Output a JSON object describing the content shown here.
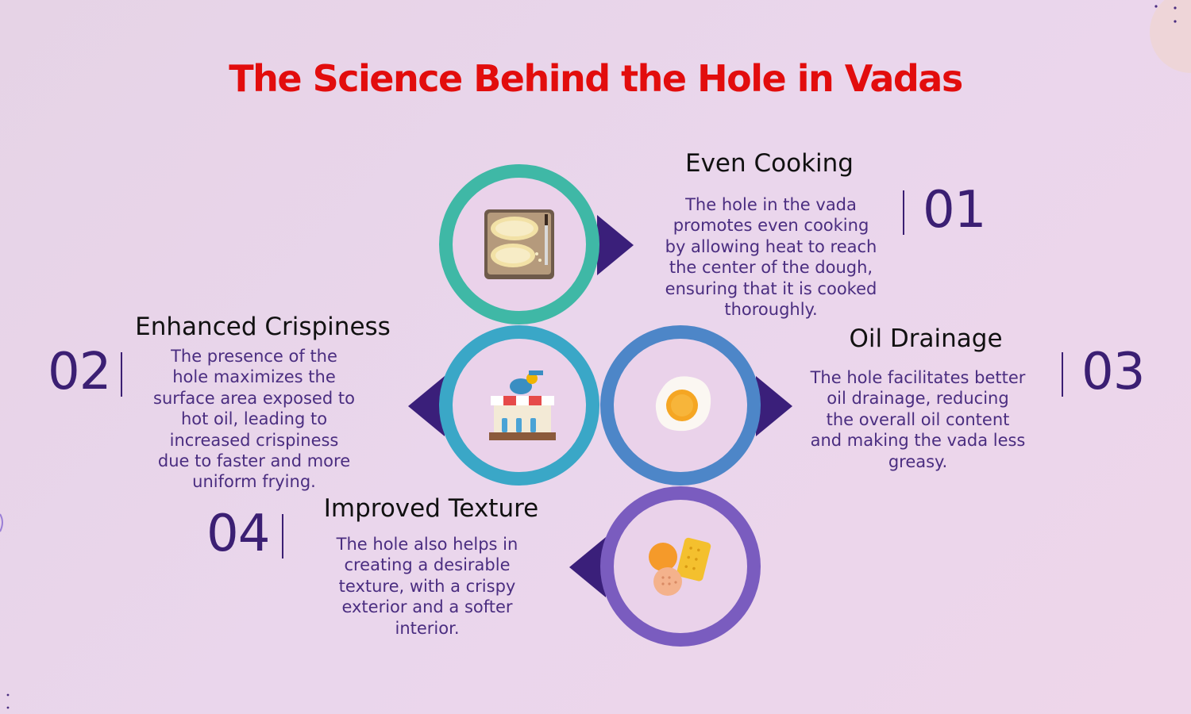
{
  "title": "The Science Behind the Hole in Vadas",
  "colors": {
    "title": "#e20d0d",
    "ring_teal": "#3fb8a6",
    "ring_blue_teal": "#3aa7c7",
    "ring_blue": "#4d86c8",
    "ring_purple": "#7a5cbf",
    "arrow": "#3a1f7a",
    "number": "#3b1f73",
    "body_text": "#4a2d80"
  },
  "items": [
    {
      "number": "01",
      "heading": "Even Cooking",
      "lines": [
        "The hole in the vada",
        "promotes even cooking",
        "by allowing heat to reach",
        "the center of the dough,",
        "ensuring that it is cooked",
        "thoroughly."
      ],
      "icon": "cutting-board-bread-icon"
    },
    {
      "number": "02",
      "heading": "Enhanced Crispiness",
      "lines": [
        "The presence of the",
        "hole maximizes the",
        "surface area exposed to",
        "hot oil, leading to",
        "increased crispiness",
        "due to faster and more",
        "uniform frying."
      ],
      "icon": "food-stall-icon"
    },
    {
      "number": "03",
      "heading": "Oil Drainage",
      "lines": [
        "The hole facilitates better",
        "oil drainage, reducing",
        "the overall oil content",
        "and making the vada less",
        "greasy."
      ],
      "icon": "fried-egg-icon"
    },
    {
      "number": "04",
      "heading": "Improved Texture",
      "lines": [
        "The hole also helps in",
        "creating a desirable",
        "texture, with a crispy",
        "exterior and a softer",
        "interior."
      ],
      "icon": "crackers-icon"
    }
  ]
}
